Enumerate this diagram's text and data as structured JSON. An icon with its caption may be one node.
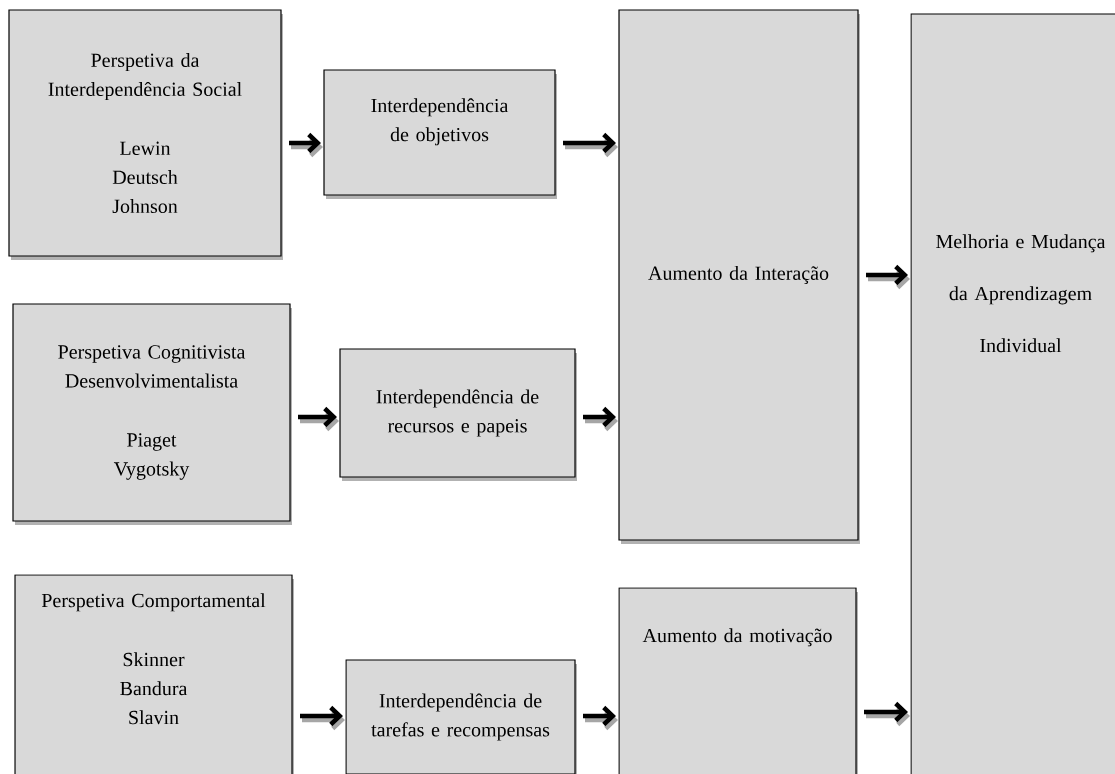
{
  "diagram": {
    "nodes": [
      {
        "text": [
          "Perspetiva da Interdependência Social",
          "Lewin",
          "Deutsch",
          "Johnson"
        ]
      },
      {
        "text": [
          "Interdependência de objetivos"
        ]
      },
      {
        "text": [
          "Perspetiva Cognitivista Desenvolvimentalista",
          "Piaget",
          "Vygotsky"
        ]
      },
      {
        "text": [
          "Interdependência de recursos e papeis"
        ]
      },
      {
        "text": [
          "Perspetiva Comportamental",
          "Skinner",
          "Bandura",
          "Slavin"
        ]
      },
      {
        "text": [
          "Interdependência de tarefas e recompensas"
        ]
      },
      {
        "text": [
          "Aumento da Interação"
        ]
      },
      {
        "text": [
          "Aumento da motivação"
        ]
      },
      {
        "text": [
          "Melhoria e Mudança da Aprendizagem Individual"
        ]
      }
    ],
    "edges": [
      {
        "from": 0,
        "to": 1,
        "arrow": "to"
      },
      {
        "from": 1,
        "to": 6,
        "arrow": "to"
      },
      {
        "from": 2,
        "to": 3,
        "arrow": "to"
      },
      {
        "from": 3,
        "to": 6,
        "arrow": "to"
      },
      {
        "from": 4,
        "to": 5,
        "arrow": "to"
      },
      {
        "from": 5,
        "to": 7,
        "arrow": "to"
      },
      {
        "from": 6,
        "to": 8,
        "arrow": "to"
      },
      {
        "from": 7,
        "to": 8,
        "arrow": "to"
      }
    ]
  }
}
